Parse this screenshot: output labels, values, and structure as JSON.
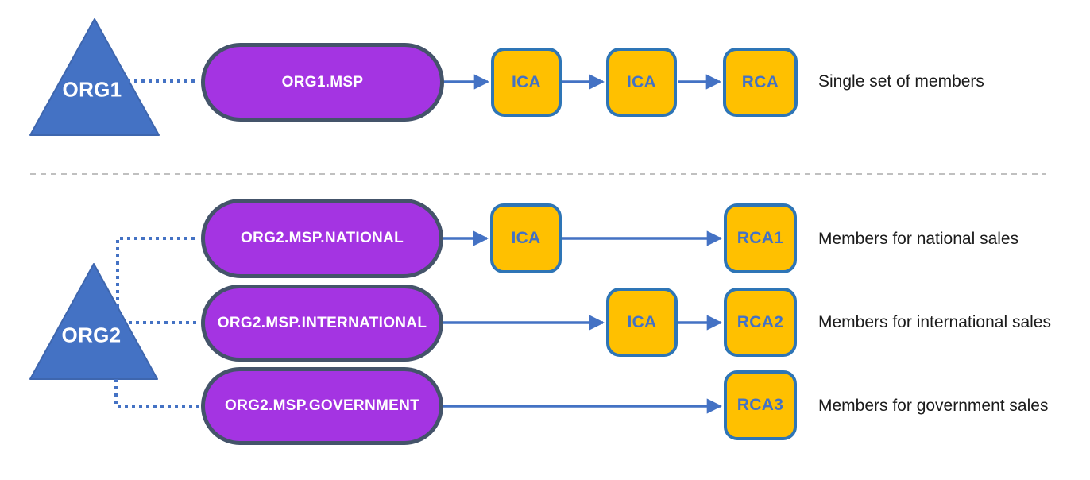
{
  "colors": {
    "triangle_fill": "#4472C4",
    "triangle_stroke": "#3E66AE",
    "msp_fill": "#A434E2",
    "msp_stroke": "#44546A",
    "ca_fill": "#FFC000",
    "ca_stroke": "#2E75B6",
    "ca_text": "#4472C4",
    "arrow": "#4472C4",
    "dotted": "#4472C4",
    "divider": "#C0C0C0",
    "note_text": "#1B1B1B"
  },
  "org1": {
    "name": "ORG1",
    "msp": "ORG1.MSP",
    "cas": [
      "ICA",
      "ICA",
      "RCA"
    ],
    "note": "Single set of members"
  },
  "org2": {
    "name": "ORG2",
    "rows": [
      {
        "msp": "ORG2.MSP.NATIONAL",
        "cas": [
          "ICA",
          "RCA1"
        ],
        "note": "Members for national sales"
      },
      {
        "msp": "ORG2.MSP.INTERNATIONAL",
        "cas": [
          "ICA",
          "RCA2"
        ],
        "note": "Members for international sales"
      },
      {
        "msp": "ORG2.MSP.GOVERNMENT",
        "cas": [
          "RCA3"
        ],
        "note": "Members for government sales"
      }
    ]
  }
}
